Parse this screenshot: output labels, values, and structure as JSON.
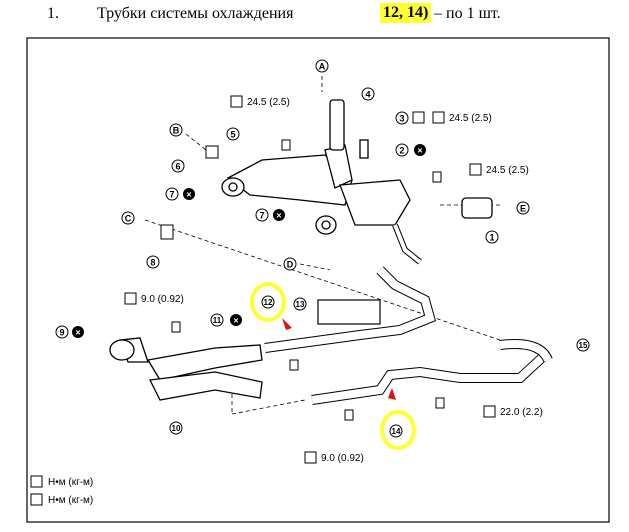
{
  "header": {
    "item_number": "1.",
    "title": "Трубки системы охлаждения",
    "highlight": "12, 14)",
    "rest": "– по 1 шт."
  },
  "diagram": {
    "letters": {
      "A": "A",
      "B": "B",
      "C": "C",
      "D": "D",
      "E": "E"
    },
    "parts": [
      "1",
      "2",
      "3",
      "4",
      "5",
      "6",
      "7",
      "8",
      "9",
      "10",
      "11",
      "12",
      "13",
      "14",
      "15"
    ],
    "torques": {
      "t1": "24.5 (2.5)",
      "t2": "24.5 (2.5)",
      "t3": "24.5 (2.5)",
      "t4": "9.0 (0.92)",
      "t5": "22.0 (2.2)",
      "t6": "9.0 (0.92)"
    },
    "legend": {
      "row1": "Н•м (кг-м)",
      "row2": "Н•м (кг-м)"
    },
    "colors": {
      "highlight": "#ffff33",
      "arrow": "#e01010"
    }
  }
}
